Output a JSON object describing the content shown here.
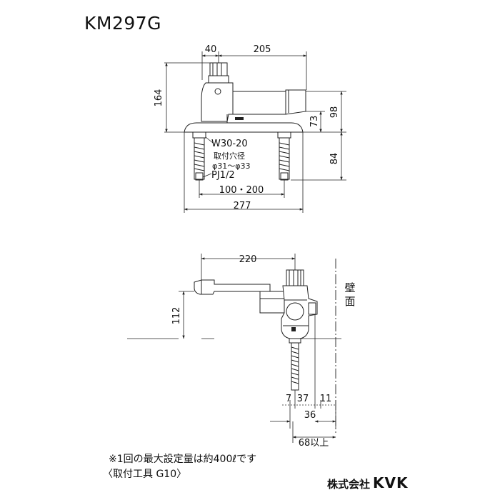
{
  "title": "KM297G",
  "top_view": {
    "dims": {
      "d40": "40",
      "d205": "205",
      "d164": "164",
      "d73": "73",
      "d98": "98",
      "d84": "84",
      "d100_200": "100・200",
      "d277": "277"
    },
    "callouts": {
      "nut": "W30-20",
      "hole_title": "取付穴径",
      "hole_range": "φ31～φ33",
      "pipe": "PJ1/2"
    }
  },
  "side_view": {
    "dims": {
      "d220": "220",
      "d112": "112",
      "d7": "7",
      "d37": "37",
      "d11": "11",
      "d36": "36",
      "d68": "68以上"
    },
    "wall_label_1": "壁",
    "wall_label_2": "面"
  },
  "notes": {
    "line1": "※1回の最大設定量は約400ℓです",
    "line2": "〈取付工具 G10〉"
  },
  "brand": {
    "company": "株式会社",
    "logo": "KVK"
  }
}
